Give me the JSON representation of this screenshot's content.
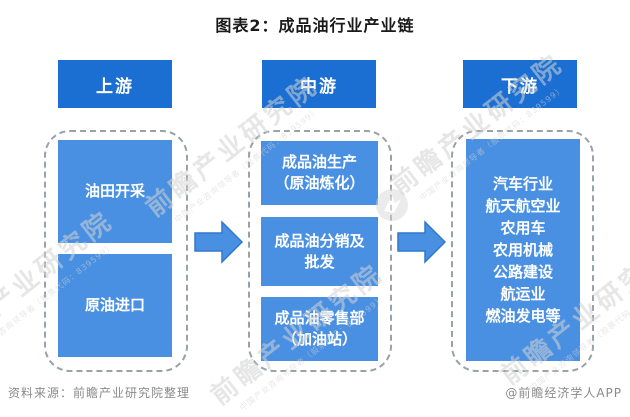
{
  "title": "图表2：成品油行业产业链",
  "columns": {
    "upstream": {
      "header": "上游",
      "boxes": [
        "油田开采",
        "原油进口"
      ]
    },
    "midstream": {
      "header": "中游",
      "boxes": [
        "成品油生产\n（原油炼化）",
        "成品油分销及\n批发",
        "成品油零售部\n（加油站）"
      ]
    },
    "downstream": {
      "header": "下游",
      "industries": [
        "汽车行业",
        "航天航空业",
        "农用车",
        "农用机械",
        "公路建设",
        "航运业",
        "燃油发电等"
      ]
    }
  },
  "footer": {
    "source": "资料来源：前瞻产业研究院整理",
    "brand": "@前瞻经济学人APP"
  },
  "watermark": {
    "big": "前瞻产业研究院",
    "small": "中国产业咨询领导者（股票代码：839599）"
  },
  "colors": {
    "header_box_blue": "#1c6fd2",
    "content_box_blue": "#4a90e2",
    "arrow_fill": "#4a90e2",
    "arrow_stroke": "#3079cc",
    "dashed_border_gray": "#99a1a9",
    "watermark_gray": "#d3d3d3",
    "footer_text_gray": "#8a8a8a",
    "title_black": "#1a1a1a"
  }
}
